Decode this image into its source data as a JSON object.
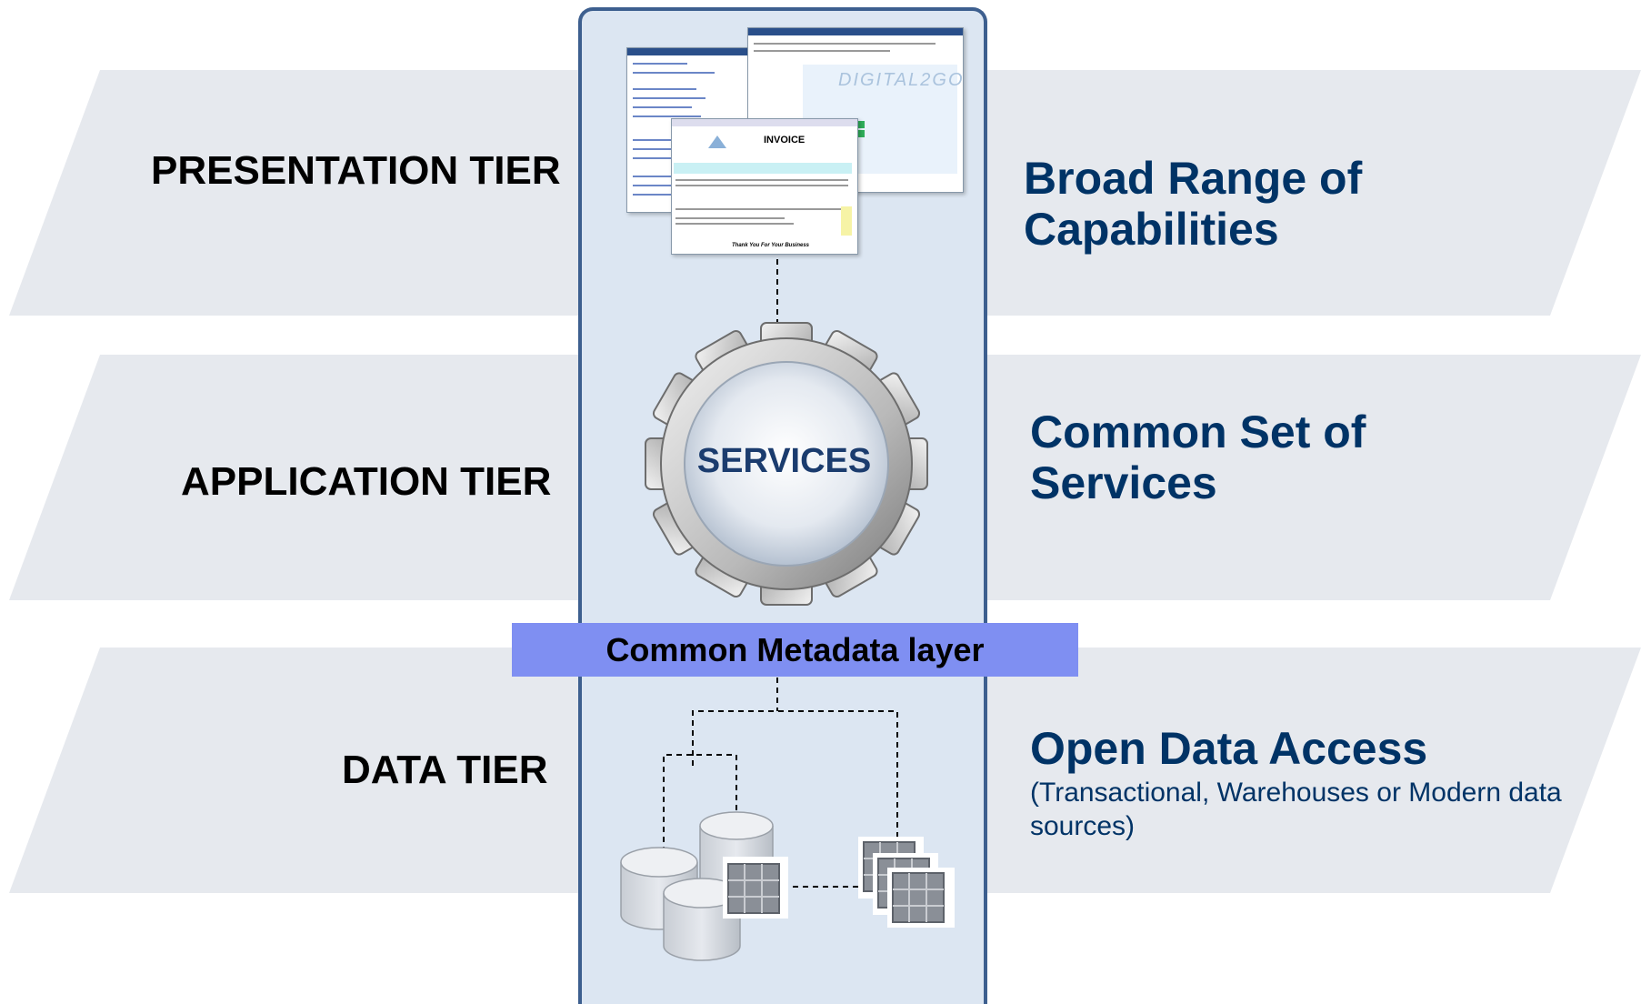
{
  "tiers": {
    "presentation": "PRESENTATION TIER",
    "application": "APPLICATION  TIER",
    "data": "DATA TIER"
  },
  "benefits": {
    "presentation": {
      "title_line1": "Broad Range of",
      "title_line2": "Capabilities"
    },
    "application": {
      "title_line1": "Common Set of",
      "title_line2": "Services"
    },
    "data": {
      "title": "Open Data Access",
      "subtitle_line1": "(Transactional, Warehouses or Modern data",
      "subtitle_line2": "sources)"
    }
  },
  "center": {
    "services_label": "SERVICES",
    "metadata_label": "Common Metadata layer",
    "invoice_title": "INVOICE",
    "invoice_thanks": "Thank You For Your Business",
    "dashboard_logo": "DIGITAL2GO"
  },
  "colors": {
    "band": "#e6e9ee",
    "column_fill": "#dce6f2",
    "column_border": "#3d5f8f",
    "metadata_bar": "#7f8ff2",
    "benefit_text": "#003366",
    "services_text": "#1b3c6e"
  }
}
